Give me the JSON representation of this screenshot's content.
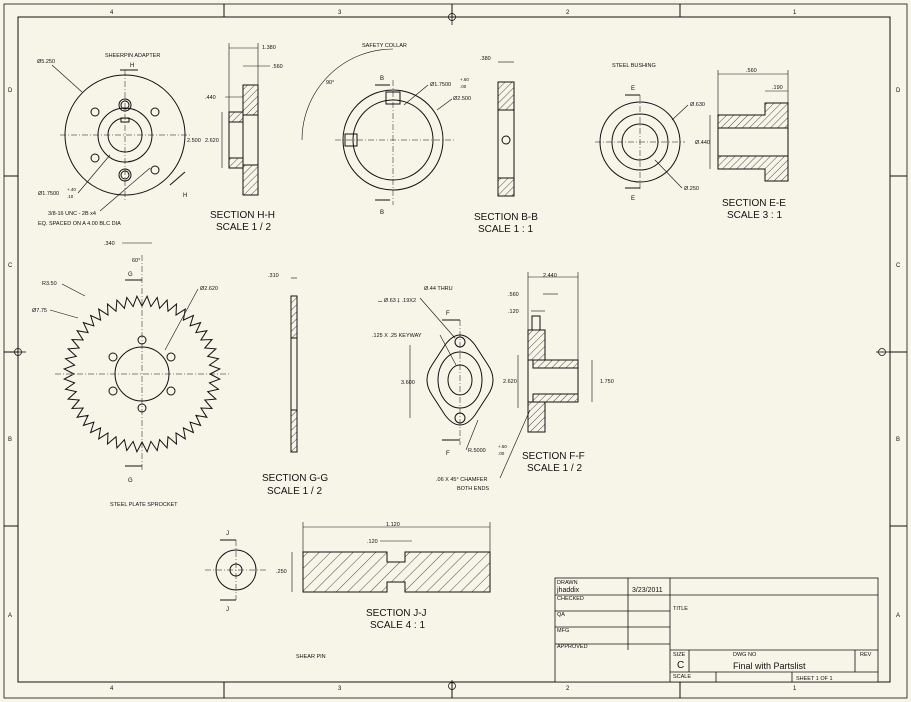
{
  "colors": {
    "paper": "#f6f5e8",
    "ink": "#111111",
    "hatch": "#222222"
  },
  "frame": {
    "top_zones": [
      "4",
      "3",
      "2",
      "1"
    ],
    "bottom_zones": [
      "4",
      "3",
      "2",
      "1"
    ],
    "left_zones": [
      "D",
      "C",
      "B",
      "A"
    ],
    "right_zones": [
      "D",
      "C",
      "B",
      "A"
    ]
  },
  "views": {
    "sheerpin": {
      "title": "SHEERPIN ADAPTER",
      "section_label": "SECTION  H-H",
      "scale": "SCALE 1 / 2",
      "marker": "H",
      "d_outer": "Ø5.250",
      "bore": "Ø1.7500",
      "bore_tol_up": "+.40",
      "bore_tol_dn": ".10",
      "holes_1": "3/8-16 UNC - 2B x4",
      "holes_2": "EQ. SPACED ON A 4.00 BLC DIA",
      "dim_a": "1.380",
      "dim_b": ".560",
      "dim_c": ".440",
      "dim_d": "2.500",
      "dim_e": "2.620"
    },
    "collar": {
      "title": "SAFETY COLLAR",
      "section_label": "SECTION  B-B",
      "scale": "SCALE 1 : 1",
      "marker": "B",
      "angle": "90°",
      "d_bore": "Ø1.7500",
      "bore_tol_up": "+.60",
      "bore_tol_dn": ".00",
      "d_outer": "Ø2.500",
      "width": ".380"
    },
    "bushing": {
      "title": "STEEL BUSHING",
      "section_label": "SECTION  E-E",
      "scale": "SCALE 3 : 1",
      "marker": "E",
      "d_outer": "Ø.630",
      "d_inner": "Ø.250",
      "len": ".560",
      "flange": ".190",
      "height": "Ø.440"
    },
    "sprocket": {
      "title": "STEEL PLATE SPROCKET",
      "section_label": "SECTION  G-G",
      "scale": "SCALE 1 / 2",
      "marker": "G",
      "radius": "R3.50",
      "d_outer": "Ø7.75",
      "d_hub": "Ø2.620",
      "angle": "60°",
      "thick": ".340",
      "plate": ".310"
    },
    "flange": {
      "section_label": "SECTION  F-F",
      "scale": "SCALE 1 / 2",
      "marker": "F",
      "thru": "Ø.44 THRU",
      "cbore": "⌴ Ø.63 ↧ .19X2",
      "keyway": ".125 X .25 KEYWAY",
      "height": "3.600",
      "radius": "R.5000",
      "radius_tol_up": "+.50",
      "radius_tol_dn": ".00",
      "chamfer_1": ".06 X 45° CHAMFER",
      "chamfer_2": "BOTH ENDS",
      "len": "2.440",
      "a": ".560",
      "b": ".120",
      "c": "2.620",
      "d": "1.750"
    },
    "shearpin": {
      "title": "SHEAR PIN",
      "section_label": "SECTION  J-J",
      "scale": "SCALE 4 : 1",
      "marker": "J",
      "len": "1.120",
      "groove": ".120",
      "dia": ".250"
    }
  },
  "titleblock": {
    "drawn_label": "DRAWN",
    "drawn_by": "jhaddix",
    "drawn_date": "3/23/2011",
    "checked_label": "CHECKED",
    "qa_label": "QA",
    "mfg_label": "MFG",
    "approved_label": "APPROVED",
    "title_label": "TITLE",
    "size_label": "SIZE",
    "size_value": "C",
    "dwg_label": "DWG NO",
    "dwg_value": "Final with Partslist",
    "rev_label": "REV",
    "scale_label": "SCALE",
    "sheet_label": "SHEET 1  OF 1"
  }
}
